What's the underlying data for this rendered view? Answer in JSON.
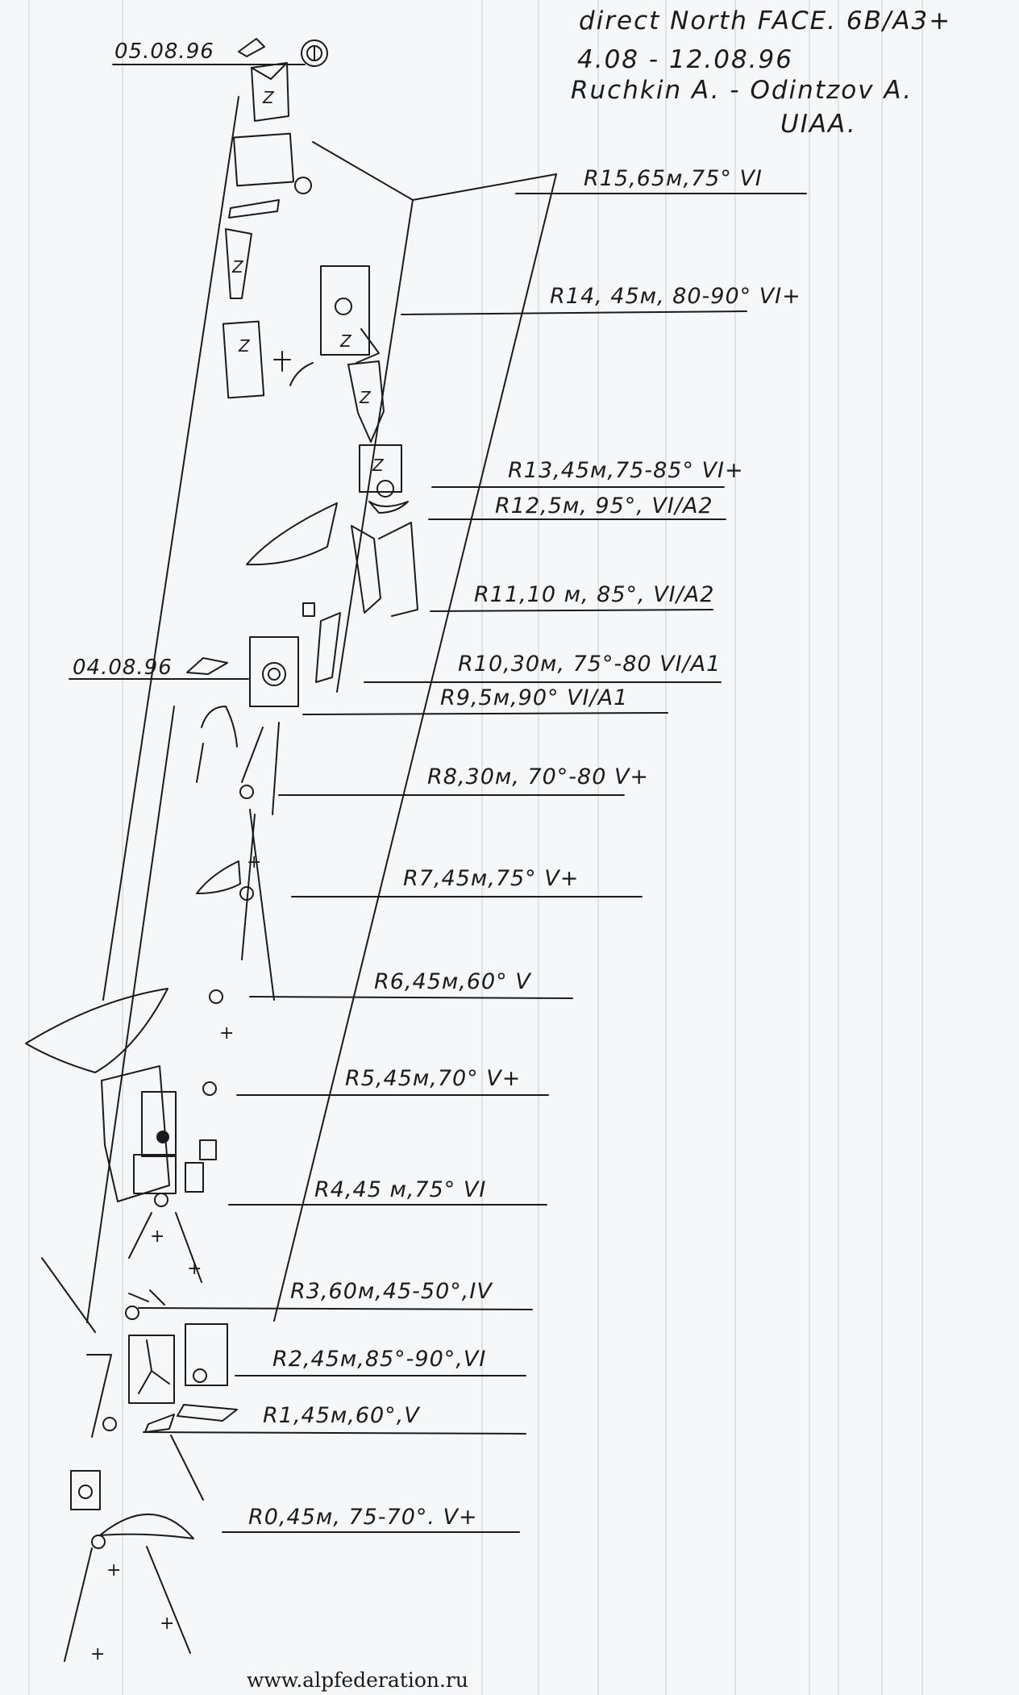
{
  "header": {
    "title": "direct North FACE. 6B/A3+",
    "dates": "4.08 - 12.08.96",
    "team": "Ruchkin A. - Odintzov A.",
    "scale": "UIAA."
  },
  "bivouacs": [
    {
      "date": "05.08.96"
    },
    {
      "date": "04.08.96"
    }
  ],
  "pitches": [
    {
      "label": "R15,65м,75° VI"
    },
    {
      "label": "R14, 45м, 80-90° VI+"
    },
    {
      "label": "R13,45м,75-85° VI+"
    },
    {
      "label": "R12,5м, 95°, VI/A2"
    },
    {
      "label": "R11,10 м, 85°, VI/A2"
    },
    {
      "label": "R10,30м, 75°-80 VI/A1"
    },
    {
      "label": "R9,5м,90° VI/A1"
    },
    {
      "label": "R8,30м, 70°-80 V+"
    },
    {
      "label": "R7,45м,75° V+"
    },
    {
      "label": "R6,45м,60° V"
    },
    {
      "label": "R5,45м,70° V+"
    },
    {
      "label": "R4,45 м,75° VI"
    },
    {
      "label": "R3,60м,45-50°,IV"
    },
    {
      "label": "R2,45м,85°-90°,VI"
    },
    {
      "label": "R1,45м,60°,V"
    },
    {
      "label": "R0,45м, 75-70°. V+"
    }
  ],
  "footer": {
    "source": "www.alpfederation.ru"
  },
  "colors": {
    "ink": "#1b1b1f",
    "paper": "#f6f7f9",
    "ruling": "#c8ccd3"
  }
}
